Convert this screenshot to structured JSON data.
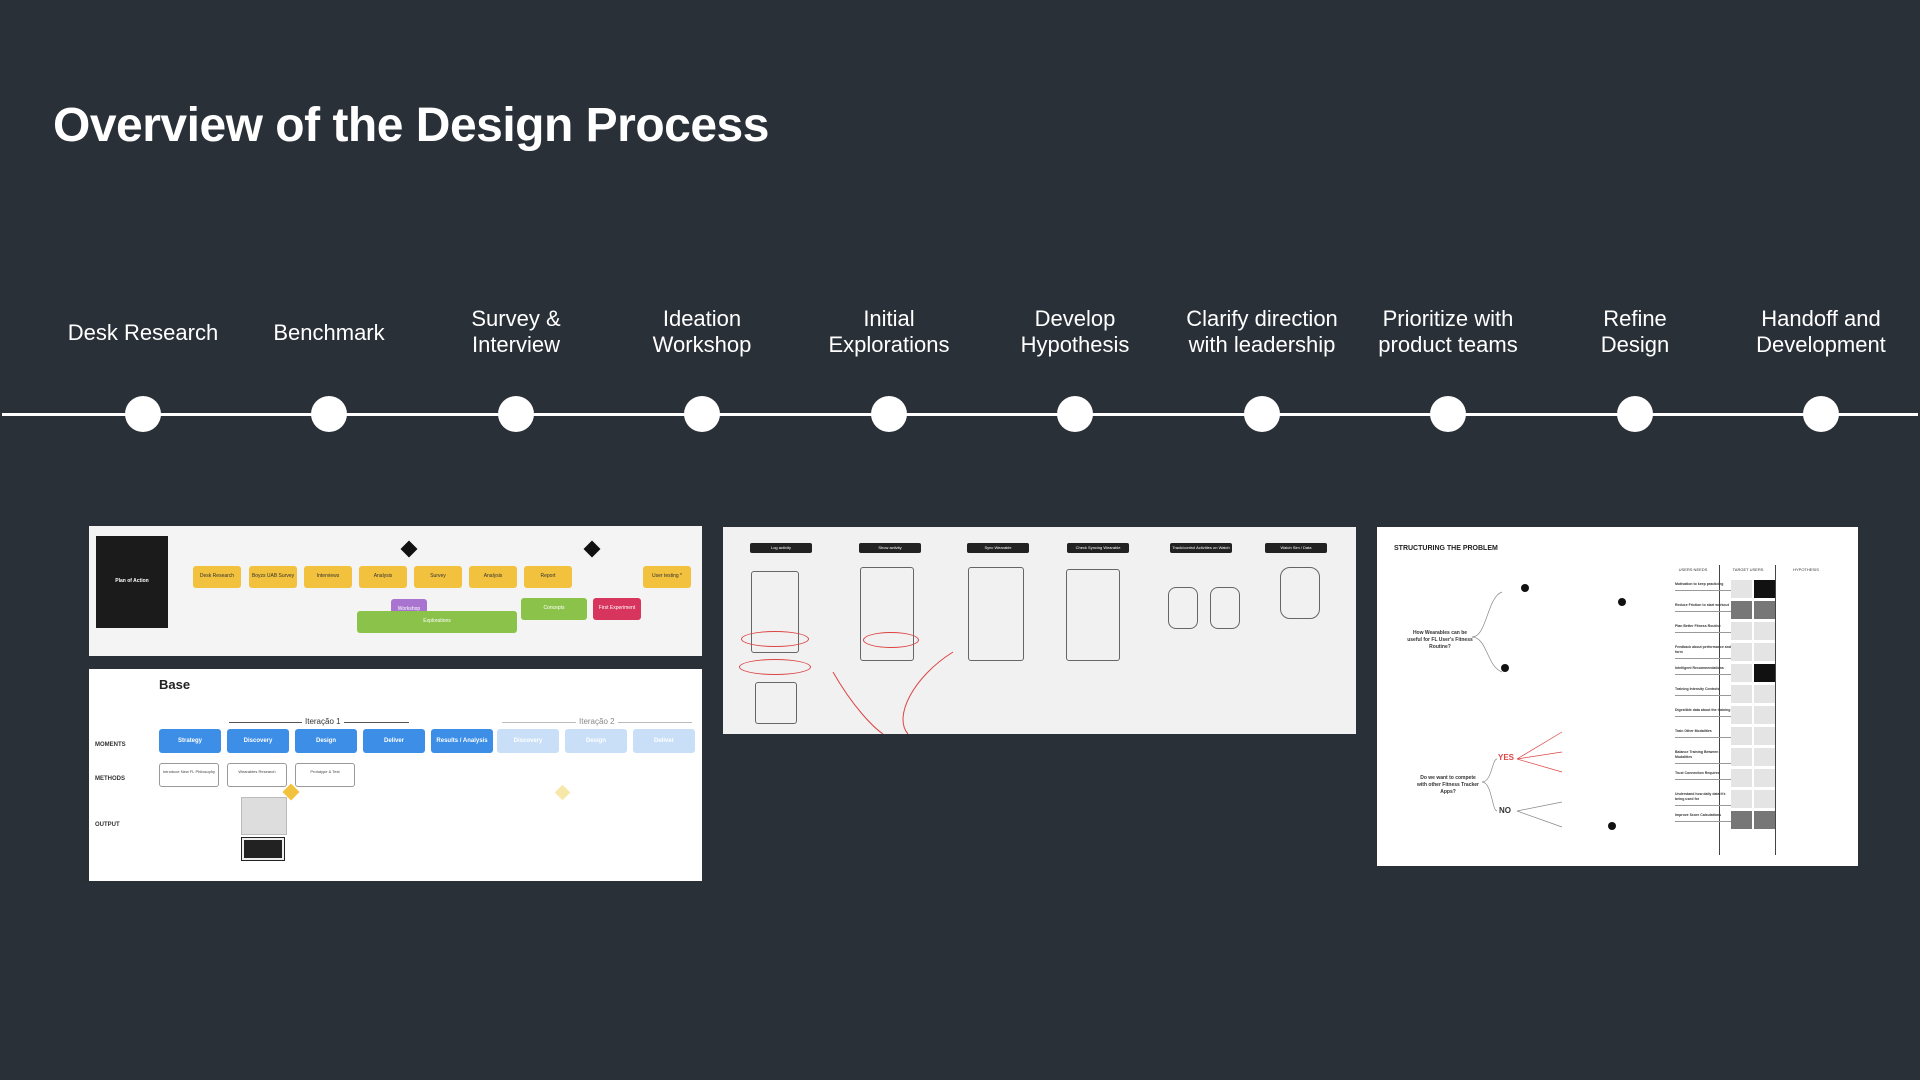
{
  "title": "Overview of the Design Process",
  "steps": [
    {
      "line1": "Desk Research",
      "line2": ""
    },
    {
      "line1": "Benchmark",
      "line2": ""
    },
    {
      "line1": "Survey &",
      "line2": "Interview"
    },
    {
      "line1": "Ideation",
      "line2": "Workshop"
    },
    {
      "line1": "Initial",
      "line2": "Explorations"
    },
    {
      "line1": "Develop",
      "line2": "Hypothesis"
    },
    {
      "line1": "Clarify direction",
      "line2": "with leadership"
    },
    {
      "line1": "Prioritize with",
      "line2": "product teams"
    },
    {
      "line1": "Refine",
      "line2": "Design"
    },
    {
      "line1": "Handoff and",
      "line2": "Development"
    }
  ],
  "plan": {
    "label": "Plan of Action",
    "stickies": [
      "Desk Research",
      "Boyzs UAB Survey",
      "Interviews",
      "Analysis",
      "Survey",
      "Analysis",
      "Report",
      "User testing *"
    ],
    "workshop": "Workshop",
    "explorations": "Explorations",
    "concepts": "Concepts",
    "first_experiment": "First Experiment"
  },
  "base": {
    "title": "Base",
    "iteration1": "Iteração 1",
    "iteration2": "Iteração 2",
    "row_moments": "MOMENTS",
    "row_methods": "METHODS",
    "row_output": "OUTPUT",
    "moments": [
      "Strategy",
      "Discovery",
      "Design",
      "Deliver",
      "Results / Analysis"
    ],
    "moments_faded": [
      "Discovery",
      "Design",
      "Deliver"
    ],
    "methods": [
      "Introduce New FL Philosophy",
      "Wearables Research",
      "Prototype & Test"
    ]
  },
  "sketches": {
    "labels": [
      "Log activity",
      "Show activity",
      "Sync Wearable",
      "Check Syncing Wearable",
      "Track/control Activities on Watch",
      "Watch Sim / Data"
    ]
  },
  "structuring": {
    "title": "STRUCTURING THE PROBLEM",
    "q1": "How Wearables can be useful for FL User's Fitness Routine?",
    "q2": "Do we want to compete with other Fitness Tracker Apps?",
    "yes": "YES",
    "no": "NO",
    "col_headers": [
      "USERS NEEDS",
      "TARGET USERS",
      "HYPOTHESIS"
    ],
    "needs": [
      "Motivation to keep practicing",
      "Reduce Friction to start workout",
      "Plan Better Fitness Routine",
      "Feedback about performance and form",
      "Intelligent Recommendations",
      "Training Intensity Controls",
      "Digestible data about the training",
      "Train Other Modalities",
      "Balance Training Between Modalities",
      "Trust Connection Required",
      "Understand how daily data it's being used for",
      "Improve Score Calculations"
    ]
  },
  "colors": {
    "background": "#2a3038",
    "sticky_yellow": "#f2c13d",
    "sticky_green": "#8bc34a",
    "sticky_purple": "#a874cf",
    "sticky_pink": "#d8355e",
    "moment_blue": "#3d8ee6",
    "moment_faded": "#c9dff7"
  }
}
